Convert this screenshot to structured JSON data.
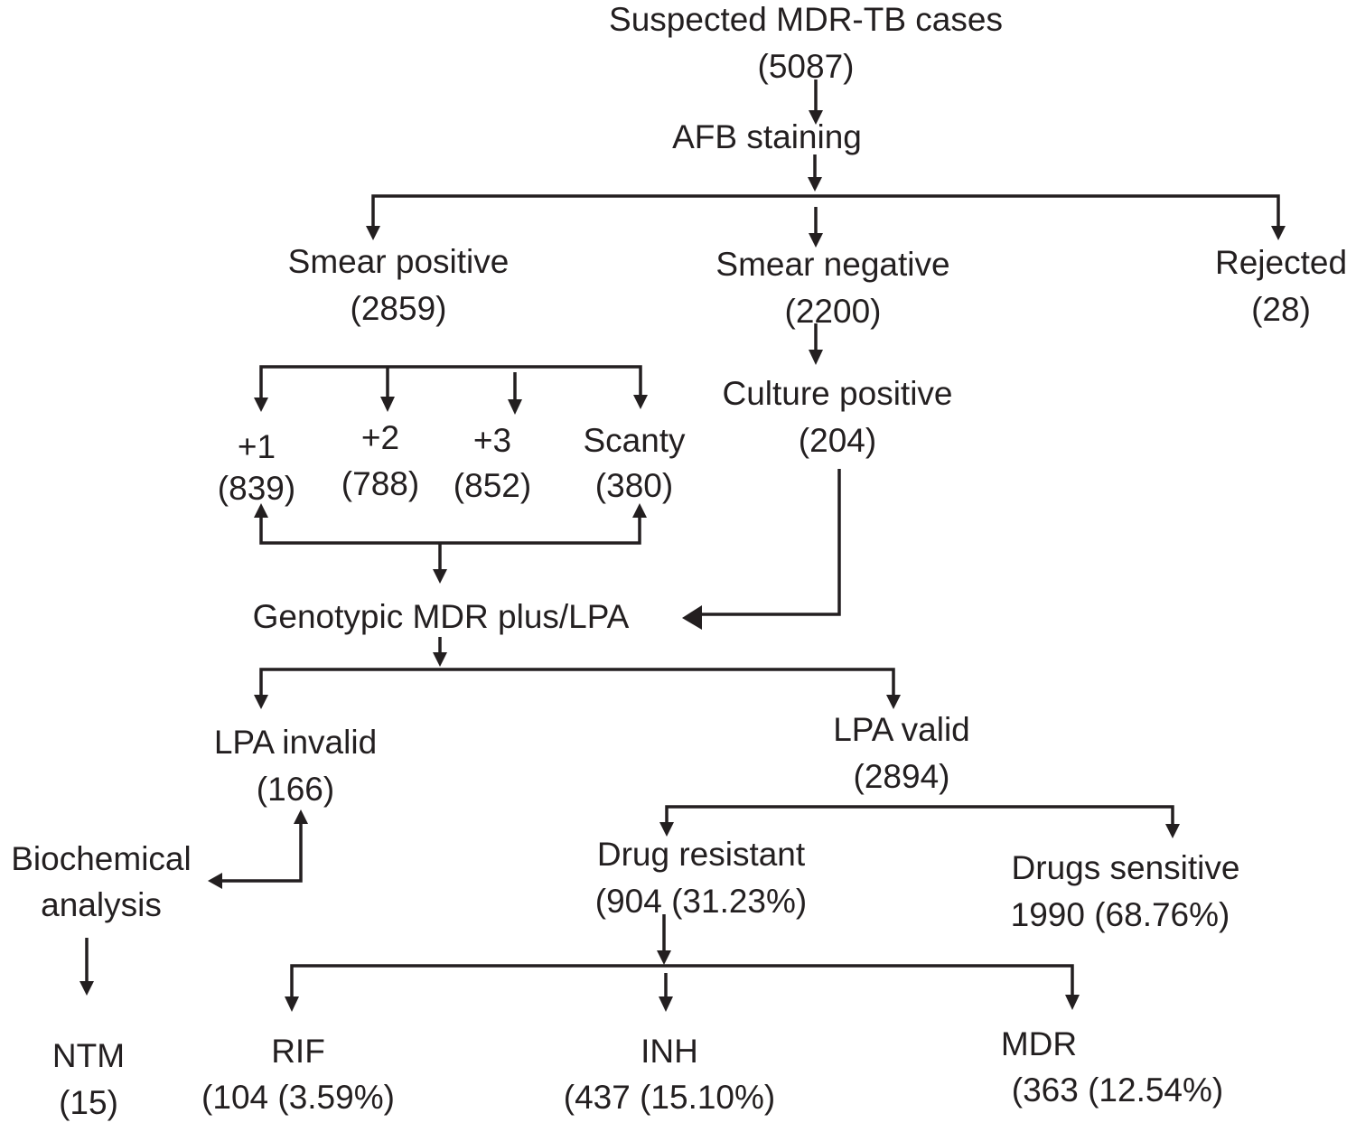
{
  "diagram": {
    "title": "MDR-TB diagnostic flowchart",
    "colors": {
      "ink": "#231f20",
      "background": "#ffffff"
    },
    "nodes": {
      "suspected": {
        "label": "Suspected MDR-TB cases",
        "count": "(5087)"
      },
      "afb": {
        "label": "AFB staining"
      },
      "smear_positive": {
        "label": "Smear positive",
        "count": "(2859)"
      },
      "smear_negative": {
        "label": "Smear negative",
        "count": "(2200)"
      },
      "rejected": {
        "label": "Rejected",
        "count": "(28)"
      },
      "grade_1": {
        "label": "+1",
        "count": "(839)"
      },
      "grade_2": {
        "label": "+2",
        "count": "(788)"
      },
      "grade_3": {
        "label": "+3",
        "count": "(852)"
      },
      "scanty": {
        "label": "Scanty",
        "count": "(380)"
      },
      "culture_positive": {
        "label": "Culture positive",
        "count": "(204)"
      },
      "genotypic": {
        "label": "Genotypic MDR plus/LPA"
      },
      "lpa_invalid": {
        "label": "LPA invalid",
        "count": "(166)"
      },
      "lpa_valid": {
        "label": "LPA valid",
        "count": "(2894)"
      },
      "biochemical": {
        "label": "Biochemical",
        "label2": "analysis"
      },
      "drug_resistant": {
        "label": "Drug resistant",
        "count": "(904 (31.23%)"
      },
      "drug_sensitive": {
        "label": "Drugs sensitive",
        "count": "1990 (68.76%)"
      },
      "ntm": {
        "label": "NTM",
        "count": "(15)"
      },
      "rif": {
        "label": "RIF",
        "count": "(104 (3.59%)"
      },
      "inh": {
        "label": "INH",
        "count": "(437 (15.10%)"
      },
      "mdr": {
        "label": "MDR",
        "count": "(363 (12.54%)"
      }
    }
  }
}
